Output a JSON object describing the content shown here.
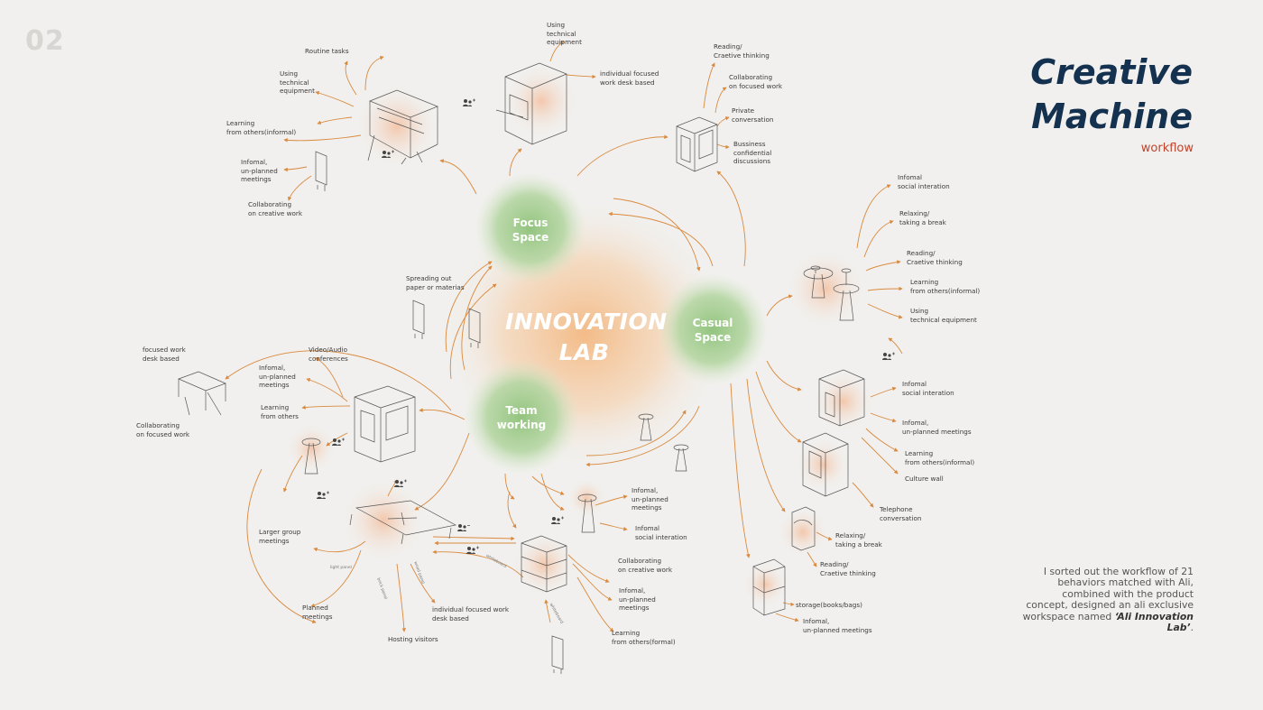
{
  "header": {
    "page_number": "02",
    "title_line1": "Creative",
    "title_line2": "Machine",
    "subtitle": "workflow"
  },
  "description": {
    "text": "I sorted out the workflow of 21 behaviors matched with Ali, combined with the product concept, designed an ali exclusive workspace named ",
    "emphasis": "‘Ali Innovation Lab’",
    "end": "."
  },
  "centre": {
    "line1": "INNOVATION",
    "line2": "LAB"
  },
  "nodes": {
    "focus": "Focus\nSpace",
    "casual": "Casual\nSpace",
    "team": "Team\nworking"
  },
  "labels": {
    "routine_tasks": "Routine tasks",
    "tech_equip_1": "Using\ntechnical\nequipment",
    "learning_informal_1": "Learning\nfrom others(informal)",
    "informal_meetings_1": "Infomal,\nun-planned\nmeetings",
    "collab_creative_1": "Collaborating\non creative work",
    "tech_equip_2": "Using\ntechnical\nequipment",
    "individual_focused_1": "individual focused\nwork desk based",
    "reading_1": "Reading/\nCraetive thinking",
    "collab_focused_1": "Collaborating\non focused work",
    "private_conv": "Private\nconversation",
    "business_conf": "Bussiness\nconfidential\ndiscussions",
    "informal_social_1": "Infomal\nsocial interation",
    "relaxing_1": "Relaxing/\ntaking a break",
    "reading_2": "Reading/\nCraetive thinking",
    "learning_informal_2": "Learning\nfrom others(informal)",
    "tech_equip_3": "Using\ntechnical equipment",
    "spreading": "Spreading out\npaper or materias",
    "focused_desk": "focused work\ndesk based",
    "collab_focused_2": "Collaborating\non focused work",
    "video_audio": "Video/Audio\nconferences",
    "informal_meetings_2": "Infomal,\nun-planned\nmeetings",
    "learning_others": "Learning\nfrom others",
    "informal_social_2": "Infomal\nsocial interation",
    "informal_meetings_3": "Infomal,\nun-planned meetings",
    "learning_informal_3": "Learning\nfrom others(informal)",
    "culture_wall": "Culture wall",
    "telephone": "Telephone\nconversation",
    "relaxing_2": "Relaxing/\ntaking a break",
    "reading_3": "Reading/\nCraetive thinking",
    "storage": "storage(books/bags)",
    "informal_meetings_4": "Infomal,\nun-planned meetings",
    "informal_meetings_5": "Infomal,\nun-planned\nmeetings",
    "informal_social_3": "Infomal\nsocial interation",
    "collab_creative_2": "Collaborating\non creative work",
    "informal_meetings_6": "Infomal,\nun-planned\nmeetings",
    "learning_formal": "Learning\nfrom others(formal)",
    "larger_group": "Larger group\nmeetings",
    "planned_meetings": "Planned\nmeetings",
    "individual_focused_2": "individual focused work\ndesk based",
    "hosting": "Hosting visitors"
  },
  "tiny_labels": {
    "light_panel": "light panel",
    "wood_panel": "wood panel",
    "brick_panel": "brick panel",
    "whiteboard_1": "whiteboard",
    "whiteboard_2": "whiteboard"
  },
  "colors": {
    "accent_orange": "#d98a3e",
    "title_navy": "#14324f",
    "subtitle_red": "#c0432c",
    "node_green": "#8cc17a",
    "core_orange": "#f2b57d"
  }
}
